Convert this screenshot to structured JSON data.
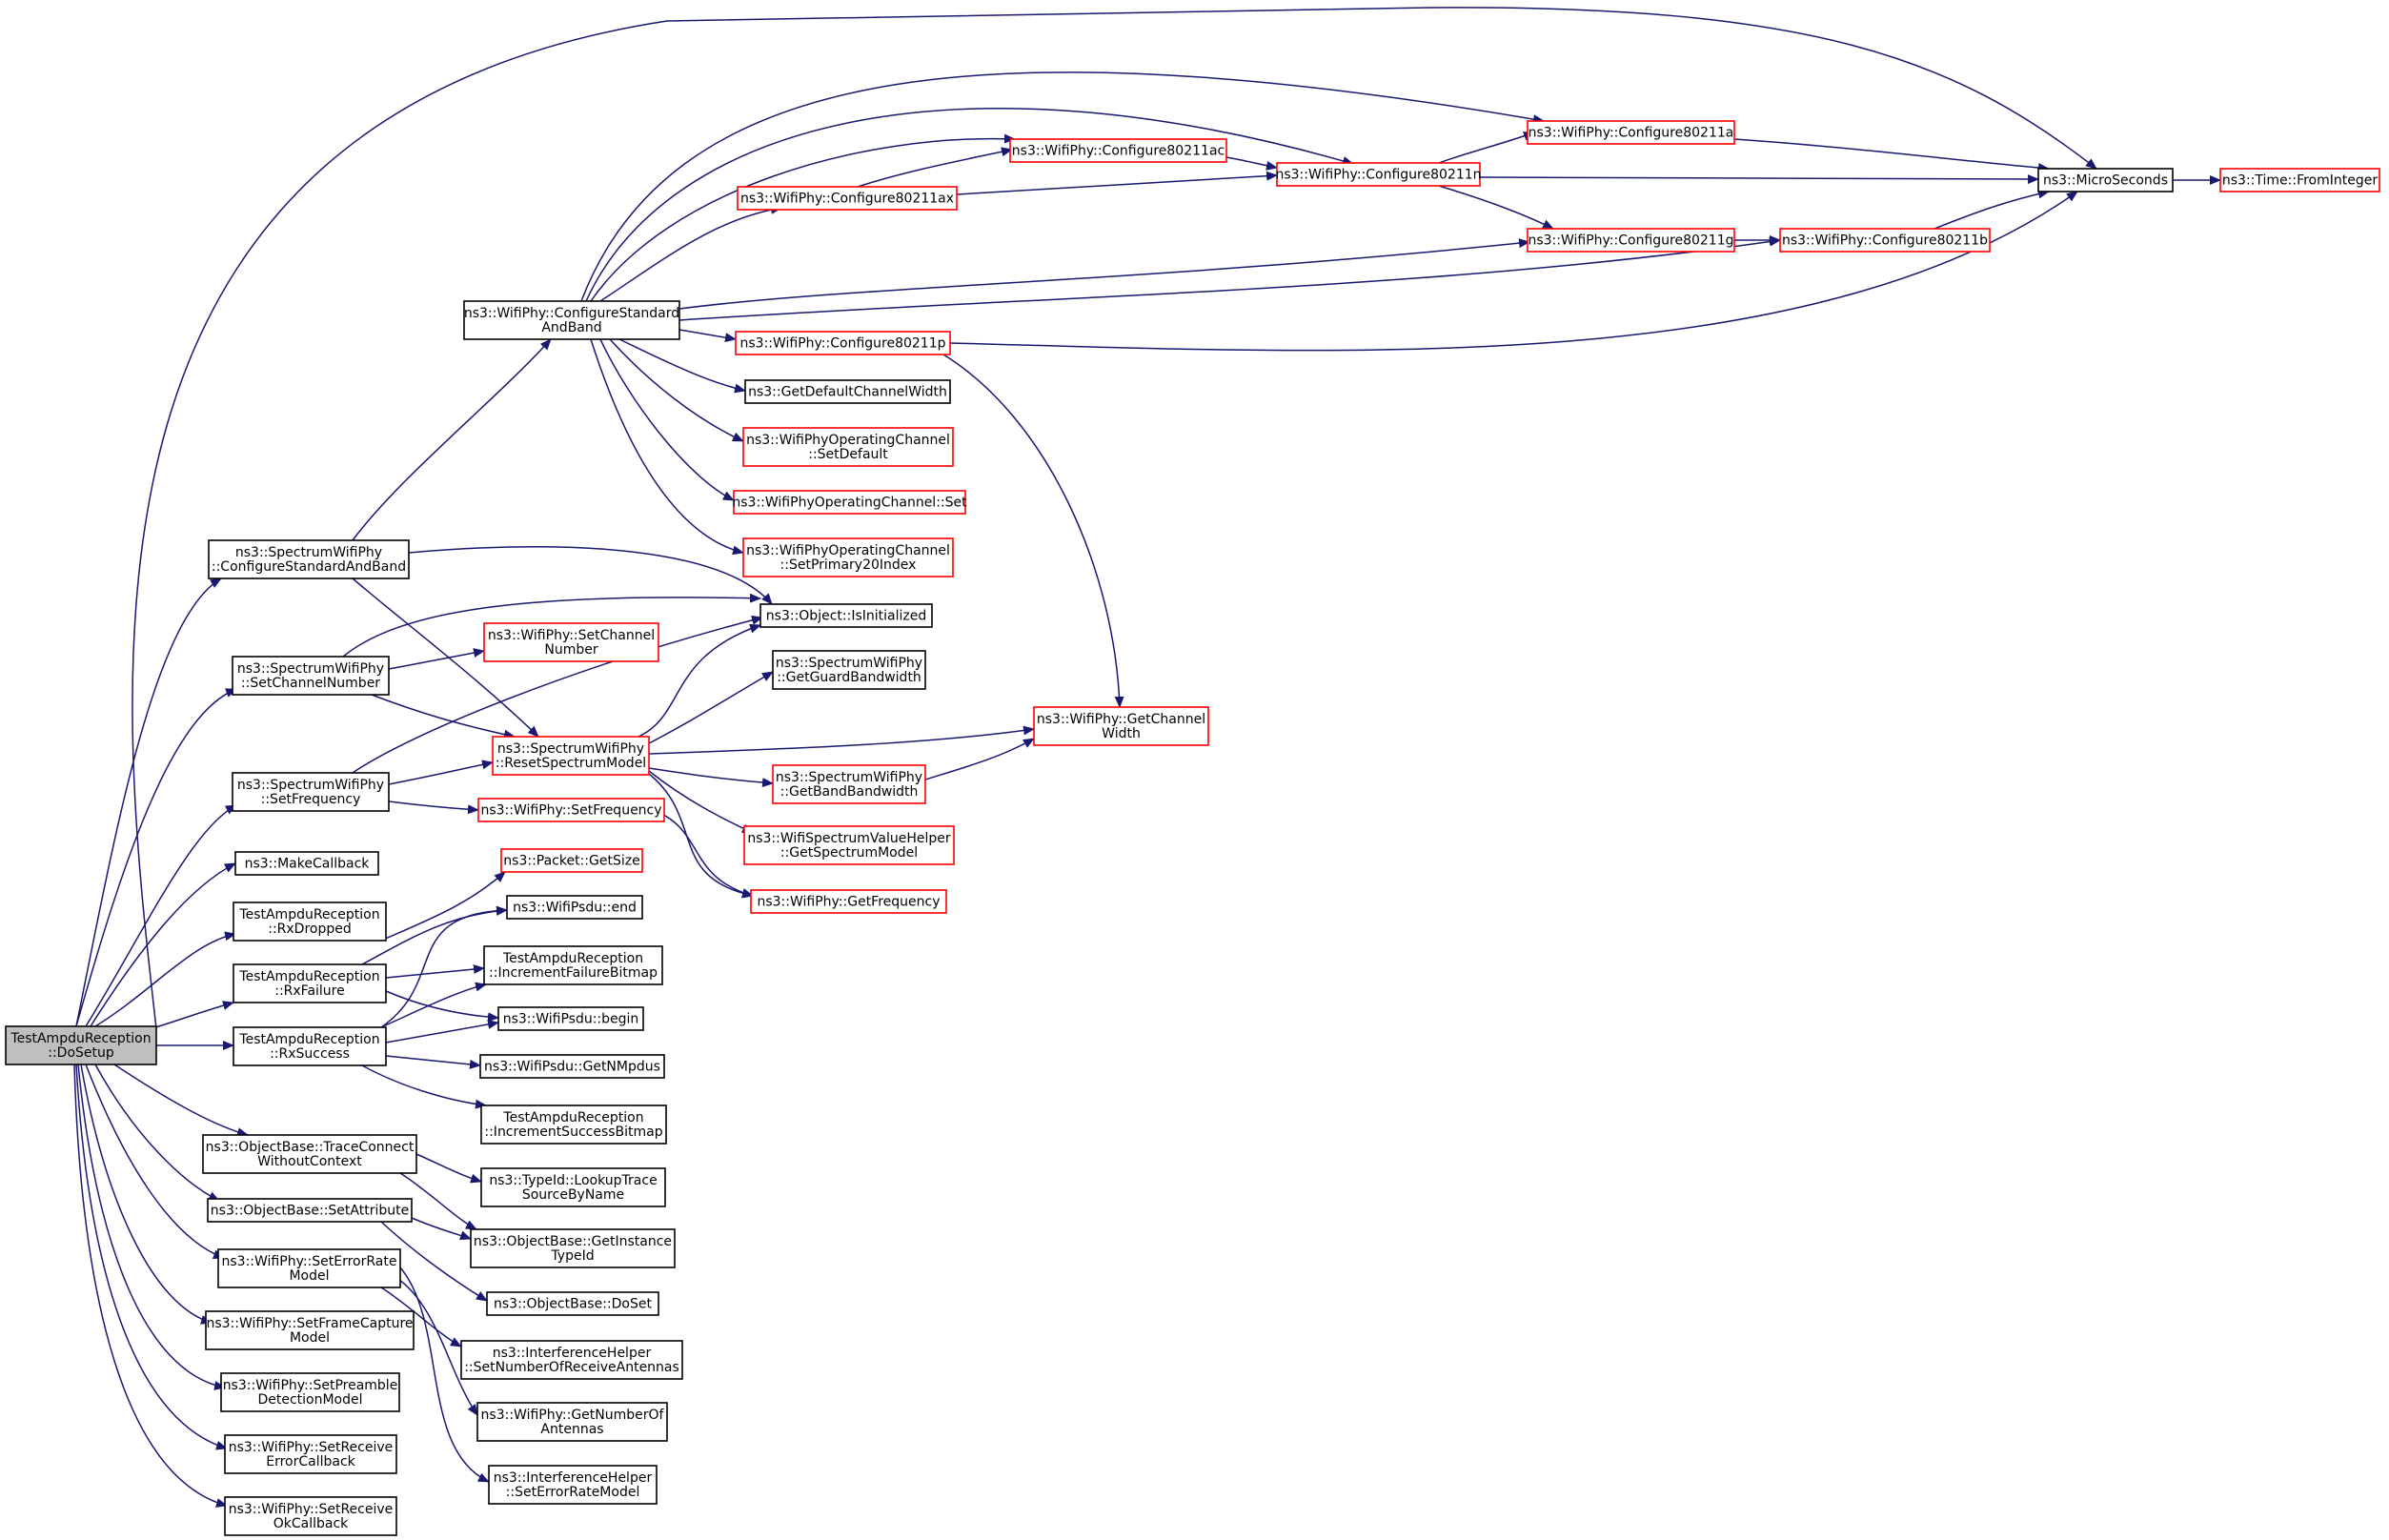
{
  "colors": {
    "edge": "#191970",
    "border_default": "#000000",
    "border_truncated": "#ff0000",
    "fill_default": "#ffffff",
    "fill_root": "#bfbfbf"
  },
  "nodes": [
    {
      "id": "root",
      "lines": [
        "TestAmpduReception",
        "::DoSetup"
      ],
      "style": "root"
    },
    {
      "id": "swp_csab",
      "lines": [
        "ns3::SpectrumWifiPhy",
        "::ConfigureStandardAndBand"
      ],
      "style": "normal"
    },
    {
      "id": "swp_scn",
      "lines": [
        "ns3::SpectrumWifiPhy",
        "::SetChannelNumber"
      ],
      "style": "normal"
    },
    {
      "id": "swp_sf",
      "lines": [
        "ns3::SpectrumWifiPhy",
        "::SetFrequency"
      ],
      "style": "normal"
    },
    {
      "id": "makecb",
      "lines": [
        "ns3::MakeCallback"
      ],
      "style": "normal"
    },
    {
      "id": "rxdropped",
      "lines": [
        "TestAmpduReception",
        "::RxDropped"
      ],
      "style": "normal"
    },
    {
      "id": "rxfailure",
      "lines": [
        "TestAmpduReception",
        "::RxFailure"
      ],
      "style": "normal"
    },
    {
      "id": "rxsuccess",
      "lines": [
        "TestAmpduReception",
        "::RxSuccess"
      ],
      "style": "normal"
    },
    {
      "id": "tcwc",
      "lines": [
        "ns3::ObjectBase::TraceConnect",
        "WithoutContext"
      ],
      "style": "normal"
    },
    {
      "id": "setattr",
      "lines": [
        "ns3::ObjectBase::SetAttribute"
      ],
      "style": "normal"
    },
    {
      "id": "serm",
      "lines": [
        "ns3::WifiPhy::SetErrorRate",
        "Model"
      ],
      "style": "normal"
    },
    {
      "id": "sfcm",
      "lines": [
        "ns3::WifiPhy::SetFrameCapture",
        "Model"
      ],
      "style": "normal"
    },
    {
      "id": "spdm",
      "lines": [
        "ns3::WifiPhy::SetPreamble",
        "DetectionModel"
      ],
      "style": "normal"
    },
    {
      "id": "srec",
      "lines": [
        "ns3::WifiPhy::SetReceive",
        "ErrorCallback"
      ],
      "style": "normal"
    },
    {
      "id": "sroc",
      "lines": [
        "ns3::WifiPhy::SetReceive",
        "OkCallback"
      ],
      "style": "normal"
    },
    {
      "id": "wp_csab",
      "lines": [
        "ns3::WifiPhy::ConfigureStandard",
        "AndBand"
      ],
      "style": "normal"
    },
    {
      "id": "resetsm",
      "lines": [
        "ns3::SpectrumWifiPhy",
        "::ResetSpectrumModel"
      ],
      "style": "truncated"
    },
    {
      "id": "wp_scn",
      "lines": [
        "ns3::WifiPhy::SetChannel",
        "Number"
      ],
      "style": "truncated"
    },
    {
      "id": "wp_sf",
      "lines": [
        "ns3::WifiPhy::SetFrequency"
      ],
      "style": "truncated"
    },
    {
      "id": "pkt_gs",
      "lines": [
        "ns3::Packet::GetSize"
      ],
      "style": "truncated"
    },
    {
      "id": "psdu_end",
      "lines": [
        "ns3::WifiPsdu::end"
      ],
      "style": "normal"
    },
    {
      "id": "ifb",
      "lines": [
        "TestAmpduReception",
        "::IncrementFailureBitmap"
      ],
      "style": "normal"
    },
    {
      "id": "psdu_begin",
      "lines": [
        "ns3::WifiPsdu::begin"
      ],
      "style": "normal"
    },
    {
      "id": "psdu_gnm",
      "lines": [
        "ns3::WifiPsdu::GetNMpdus"
      ],
      "style": "normal"
    },
    {
      "id": "isb",
      "lines": [
        "TestAmpduReception",
        "::IncrementSuccessBitmap"
      ],
      "style": "normal"
    },
    {
      "id": "ltsbn",
      "lines": [
        "ns3::TypeId::LookupTrace",
        "SourceByName"
      ],
      "style": "normal"
    },
    {
      "id": "git",
      "lines": [
        "ns3::ObjectBase::GetInstance",
        "TypeId"
      ],
      "style": "normal"
    },
    {
      "id": "doset",
      "lines": [
        "ns3::ObjectBase::DoSet"
      ],
      "style": "normal"
    },
    {
      "id": "ih_snra",
      "lines": [
        "ns3::InterferenceHelper",
        "::SetNumberOfReceiveAntennas"
      ],
      "style": "normal"
    },
    {
      "id": "gnoa",
      "lines": [
        "ns3::WifiPhy::GetNumberOf",
        "Antennas"
      ],
      "style": "normal"
    },
    {
      "id": "ih_serm",
      "lines": [
        "ns3::InterferenceHelper",
        "::SetErrorRateModel"
      ],
      "style": "normal"
    },
    {
      "id": "isinit",
      "lines": [
        "ns3::Object::IsInitialized"
      ],
      "style": "normal"
    },
    {
      "id": "ggb",
      "lines": [
        "ns3::SpectrumWifiPhy",
        "::GetGuardBandwidth"
      ],
      "style": "normal"
    },
    {
      "id": "gbb",
      "lines": [
        "ns3::SpectrumWifiPhy",
        "::GetBandBandwidth"
      ],
      "style": "truncated"
    },
    {
      "id": "gsm",
      "lines": [
        "ns3::WifiSpectrumValueHelper",
        "::GetSpectrumModel"
      ],
      "style": "truncated"
    },
    {
      "id": "gfreq",
      "lines": [
        "ns3::WifiPhy::GetFrequency"
      ],
      "style": "truncated"
    },
    {
      "id": "gcw",
      "lines": [
        "ns3::WifiPhy::GetChannel",
        "Width"
      ],
      "style": "truncated"
    },
    {
      "id": "c_ax",
      "lines": [
        "ns3::WifiPhy::Configure80211ax"
      ],
      "style": "truncated"
    },
    {
      "id": "c_ac",
      "lines": [
        "ns3::WifiPhy::Configure80211ac"
      ],
      "style": "truncated"
    },
    {
      "id": "c_n",
      "lines": [
        "ns3::WifiPhy::Configure80211n"
      ],
      "style": "truncated"
    },
    {
      "id": "c_a",
      "lines": [
        "ns3::WifiPhy::Configure80211a"
      ],
      "style": "truncated"
    },
    {
      "id": "c_g",
      "lines": [
        "ns3::WifiPhy::Configure80211g"
      ],
      "style": "truncated"
    },
    {
      "id": "c_b",
      "lines": [
        "ns3::WifiPhy::Configure80211b"
      ],
      "style": "truncated"
    },
    {
      "id": "c_p",
      "lines": [
        "ns3::WifiPhy::Configure80211p"
      ],
      "style": "truncated"
    },
    {
      "id": "gdcw",
      "lines": [
        "ns3::GetDefaultChannelWidth"
      ],
      "style": "normal"
    },
    {
      "id": "woc_sd",
      "lines": [
        "ns3::WifiPhyOperatingChannel",
        "::SetDefault"
      ],
      "style": "truncated"
    },
    {
      "id": "woc_set",
      "lines": [
        "ns3::WifiPhyOperatingChannel::Set"
      ],
      "style": "truncated"
    },
    {
      "id": "woc_sp20",
      "lines": [
        "ns3::WifiPhyOperatingChannel",
        "::SetPrimary20Index"
      ],
      "style": "truncated"
    },
    {
      "id": "micro",
      "lines": [
        "ns3::MicroSeconds"
      ],
      "style": "normal"
    },
    {
      "id": "fromint",
      "lines": [
        "ns3::Time::FromInteger"
      ],
      "style": "truncated"
    }
  ]
}
